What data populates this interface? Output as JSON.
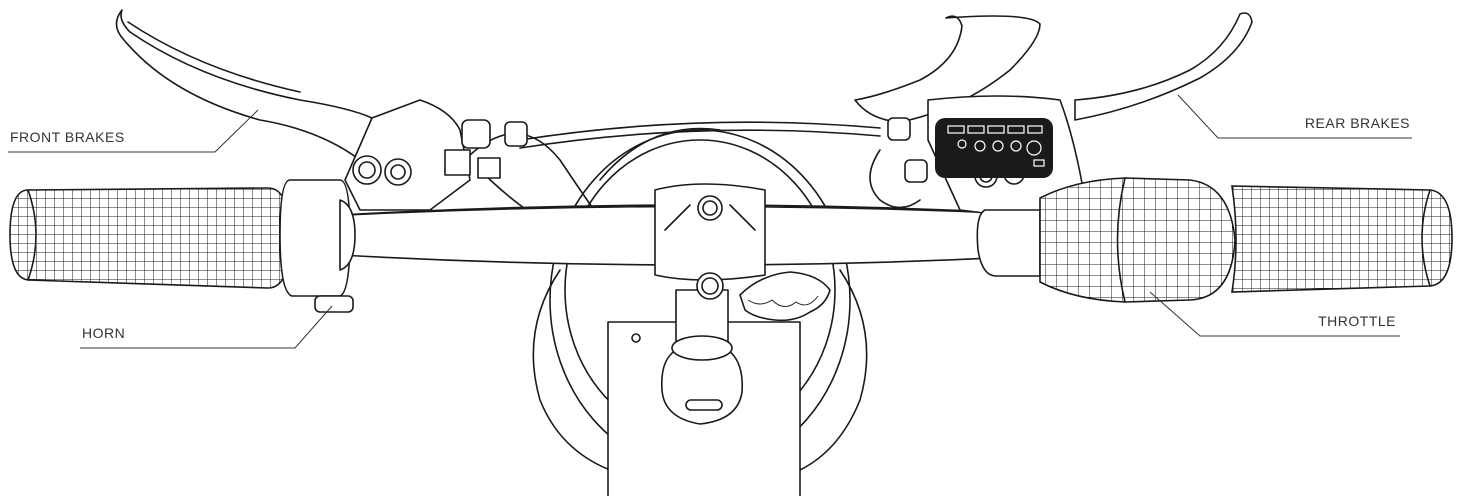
{
  "labels": {
    "front_brakes": "FRONT BRAKES",
    "horn": "HORN",
    "rear_brakes": "REAR BRAKES",
    "throttle": "THROTTLE"
  },
  "colors": {
    "ink": "#1a1a1a",
    "text": "#333333",
    "display": "#1a1a1a",
    "background": "#ffffff"
  }
}
